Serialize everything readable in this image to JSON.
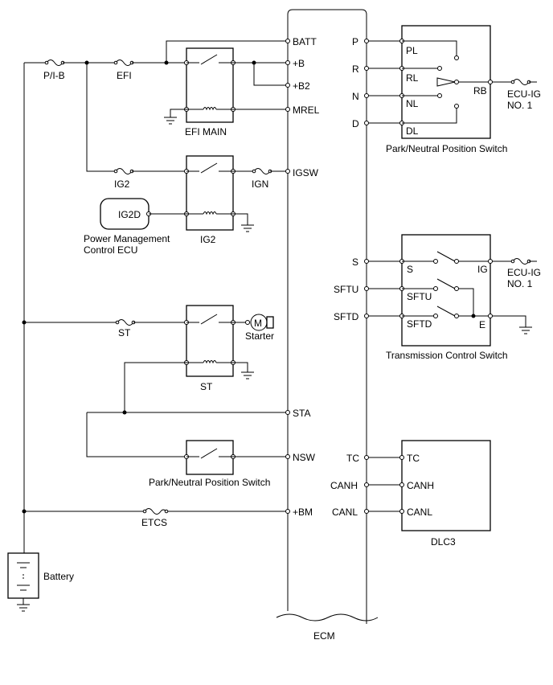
{
  "ecm": {
    "label": "ECM",
    "left_pins": [
      "BATT",
      "+B",
      "+B2",
      "MREL",
      "IGSW",
      "STA",
      "NSW",
      "+BM"
    ],
    "right_pins": [
      "P",
      "R",
      "N",
      "D",
      "S",
      "SFTU",
      "SFTD",
      "TC",
      "CANH",
      "CANL"
    ]
  },
  "fuses": {
    "pib": "P/I-B",
    "efi": "EFI",
    "ig2": "IG2",
    "ign": "IGN",
    "st": "ST",
    "etcs": "ETCS"
  },
  "relays": {
    "efi_main": "EFI MAIN",
    "ig2": "IG2",
    "st": "ST"
  },
  "components": {
    "power_mgmt": "IG2D",
    "power_mgmt_line1": "Power Management",
    "power_mgmt_line2": "Control ECU",
    "starter_symbol": "M",
    "starter_label": "Starter",
    "battery": "Battery",
    "nsw_switch": "Park/Neutral Position Switch"
  },
  "pnp_switch": {
    "title": "Park/Neutral Position Switch",
    "pins": [
      "PL",
      "RL",
      "NL",
      "DL"
    ],
    "common": "RB",
    "ecu_ig_line1": "ECU-IG",
    "ecu_ig_line2": "NO. 1"
  },
  "tcs": {
    "title": "Transmission Control Switch",
    "pins": [
      "S",
      "SFTU",
      "SFTD"
    ],
    "ig": "IG",
    "e": "E",
    "ecu_ig_line1": "ECU-IG",
    "ecu_ig_line2": "NO. 1"
  },
  "dlc3": {
    "title": "DLC3",
    "pins": [
      "TC",
      "CANH",
      "CANL"
    ]
  }
}
